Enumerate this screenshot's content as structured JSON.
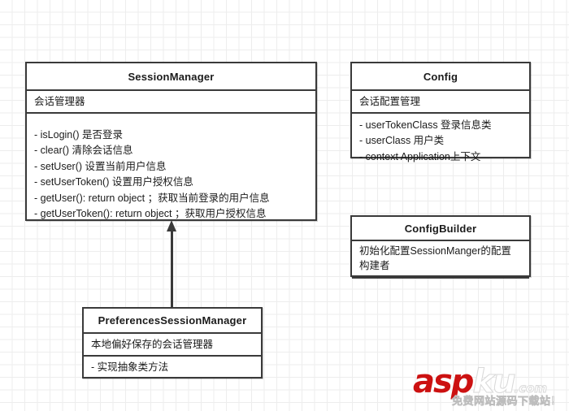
{
  "diagram": {
    "type": "uml-class-diagram",
    "background": "grid",
    "grid_color": "#ededed",
    "border_color": "#3a3a3a",
    "classes": [
      {
        "id": "session-manager",
        "title": "SessionManager",
        "description": "会话管理器",
        "members": [
          "- isLogin() 是否登录",
          "- clear() 清除会话信息",
          "- setUser() 设置当前用户信息",
          "- setUserToken() 设置用户授权信息",
          "- getUser(): return object ；获取当前登录的用户信息",
          "- getUserToken(): return object ；获取用户授权信息"
        ]
      },
      {
        "id": "config",
        "title": "Config",
        "description": "会话配置管理",
        "members": [
          "- userTokenClass 登录信息类",
          "- userClass 用户类",
          "- context Application上下文"
        ]
      },
      {
        "id": "config-builder",
        "title": "ConfigBuilder",
        "description_lines": [
          "初始化配置SessionManger的配置",
          "构建者"
        ],
        "members": []
      },
      {
        "id": "prefs-session-manager",
        "title": "PreferencesSessionManager",
        "description": "本地偏好保存的会话管理器",
        "members": [
          "- 实现抽象类方法"
        ]
      }
    ],
    "relationships": [
      {
        "id": "generalization",
        "kind": "generalization",
        "from": "PreferencesSessionManager",
        "to": "SessionManager",
        "arrow": "filled-triangle"
      }
    ]
  },
  "watermark": {
    "brand_primary": "asp",
    "brand_secondary": "ku",
    "domain_suffix": ".com",
    "subtitle": "免费网站源码下载站!",
    "primary_color": "#cc1111"
  }
}
